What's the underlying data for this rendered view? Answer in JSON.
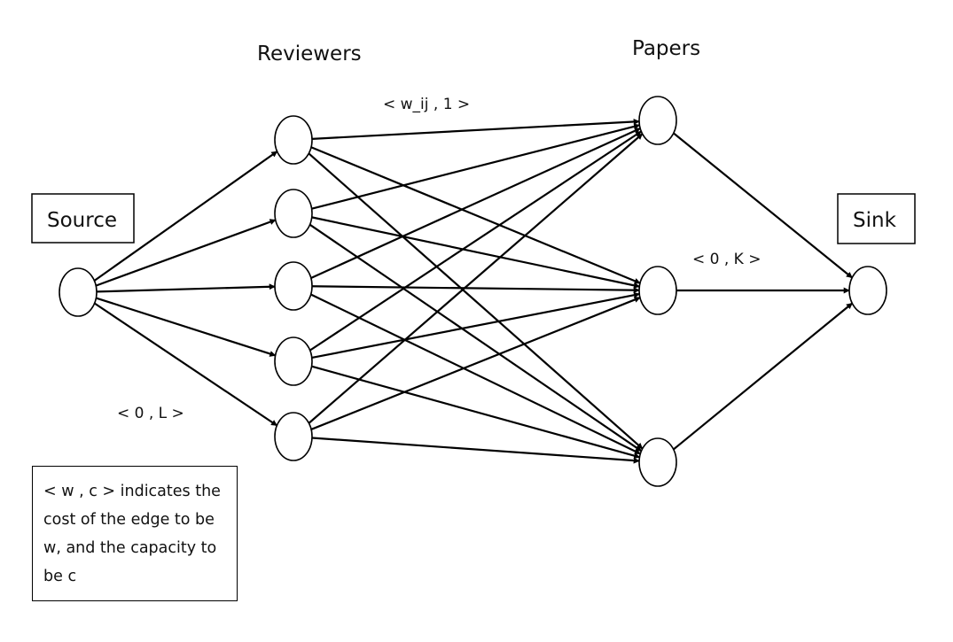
{
  "diagram": {
    "type": "min-cost flow network (reviewer-paper assignment)",
    "headers": {
      "reviewers": "Reviewers",
      "papers": "Papers"
    },
    "boxes": {
      "source": "Source",
      "sink": "Sink"
    },
    "edge_labels": {
      "source_to_reviewer": "< 0 , L >",
      "reviewer_to_paper": "< w_ij , 1 >",
      "paper_to_sink": "< 0 , K >"
    },
    "legend": "< w , c > indicates the cost of the edge to be w, and the capacity to be c",
    "nodes": {
      "source": [
        "source"
      ],
      "reviewers": [
        "r1",
        "r2",
        "r3",
        "r4",
        "r5"
      ],
      "papers": [
        "p1",
        "p2",
        "p3"
      ],
      "sink": [
        "sink"
      ]
    },
    "edges": {
      "source_to_reviewers": "all",
      "reviewers_to_papers": "complete bipartite (5x3)",
      "papers_to_sink": "all"
    },
    "colors": {
      "stroke": "#000000",
      "background": "#ffffff"
    }
  }
}
